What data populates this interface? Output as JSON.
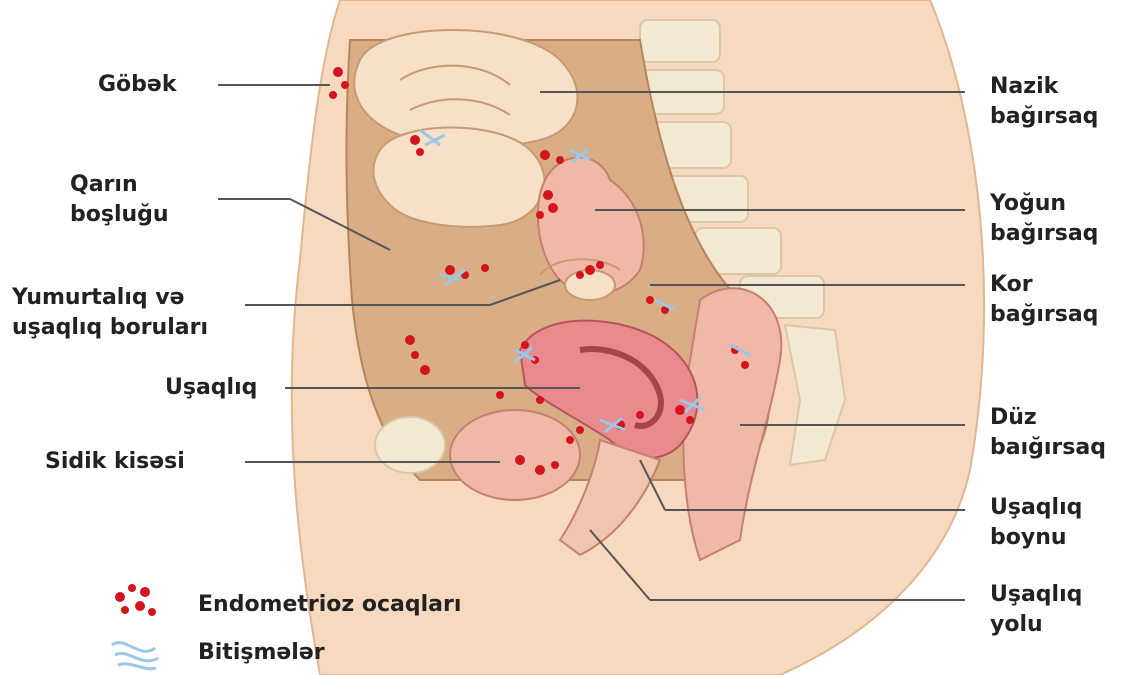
{
  "colors": {
    "skin": "#f6d9bf",
    "skin_outline": "#e3b690",
    "cavity": "#d9ae86",
    "organ_pink": "#f0b8a6",
    "uterus": "#e98b8e",
    "spine": "#f3e8d2",
    "endometriosis": "#d4141c",
    "adhesion": "#9cc7e6",
    "leader_line": "#555555",
    "text": "#222222"
  },
  "labels": {
    "gobek": "Göbək",
    "qarin_1": "Qarın",
    "qarin_2": "boşluğu",
    "yumurtaliq_1": "Yumurtalıq və",
    "yumurtaliq_2": "uşaqlıq boruları",
    "usaqliq": "Uşaqlıq",
    "sidik": "Sidik kisəsi",
    "nazik_1": "Nazik",
    "nazik_2": "bağırsaq",
    "yogun_1": "Yoğun",
    "yogun_2": "bağırsaq",
    "kor_1": "Kor",
    "kor_2": "bağırsaq",
    "duz_1": "Düz",
    "duz_2": "baığırsaq",
    "boynu_1": "Uşaqlıq",
    "boynu_2": "boynu",
    "yolu_1": "Uşaqlıq",
    "yolu_2": "yolu"
  },
  "legend": [
    {
      "icon": "endometriosis-foci-icon",
      "label": "Endometrioz ocaqları"
    },
    {
      "icon": "adhesions-icon",
      "label": "Bitişmələr"
    }
  ]
}
